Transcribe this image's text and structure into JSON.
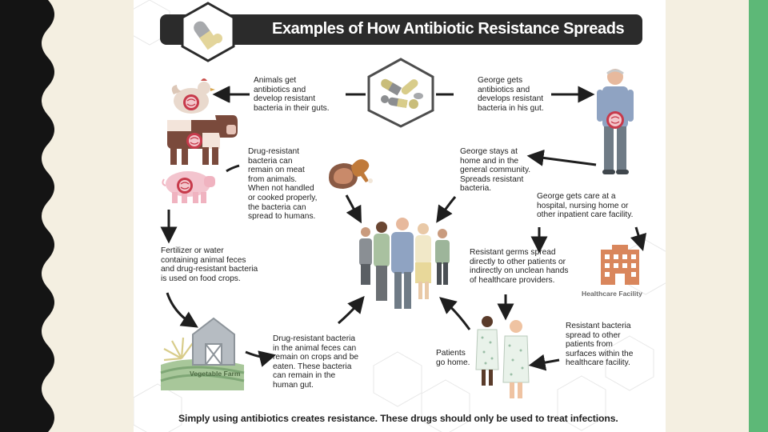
{
  "title": "Examples of How Antibiotic Resistance Spreads",
  "texts": {
    "animals": "Animals get\nantibiotics and\ndevelop resistant\nbacteria in their guts.",
    "george_gets": "George gets\nantibiotics and\ndevelops resistant\nbacteria in his gut.",
    "meat": "Drug-resistant\nbacteria can\nremain on meat\nfrom animals.\nWhen not handled\nor cooked properly,\nthe bacteria can\nspread to humans.",
    "george_home": "George stays at\nhome and in the\ngeneral community.\nSpreads resistant\nbacteria.",
    "george_care": "George gets care at a\nhospital, nursing home or\nother inpatient care facility.",
    "fertilizer": "Fertilizer or water\ncontaining animal feces\nand drug-resistant bacteria\nis used on food crops.",
    "resistant_germs": "Resistant germs spread\ndirectly to other patients or\nindirectly on unclean hands\nof healthcare providers.",
    "crops": "Drug-resistant bacteria\nin the animal feces can\nremain on crops and be\neaten. These bacteria\ncan remain in the\nhuman gut.",
    "patients_home": "Patients\ngo home.",
    "surfaces": "Resistant bacteria\nspread to other\npatients from\nsurfaces within the\nhealthcare facility."
  },
  "labels": {
    "healthcare_facility": "Healthcare Facility",
    "vegetable_farm": "Vegetable Farm"
  },
  "footer": "Simply using antibiotics creates resistance.  These drugs should only be used to treat infections.",
  "colors": {
    "title_bg": "#2b2b2b",
    "right_band": "#5db877",
    "page_bg": "#f4efe1",
    "arrow": "#1e1e1e",
    "facility": "#d9865c"
  },
  "icons": [
    "pills-icon",
    "chicken-icon",
    "cow-icon",
    "pig-icon",
    "meat-icon",
    "barn-icon",
    "healthcare-facility-icon",
    "george-icon",
    "crowd-icon",
    "patients-icon",
    "bacteria-icon"
  ]
}
